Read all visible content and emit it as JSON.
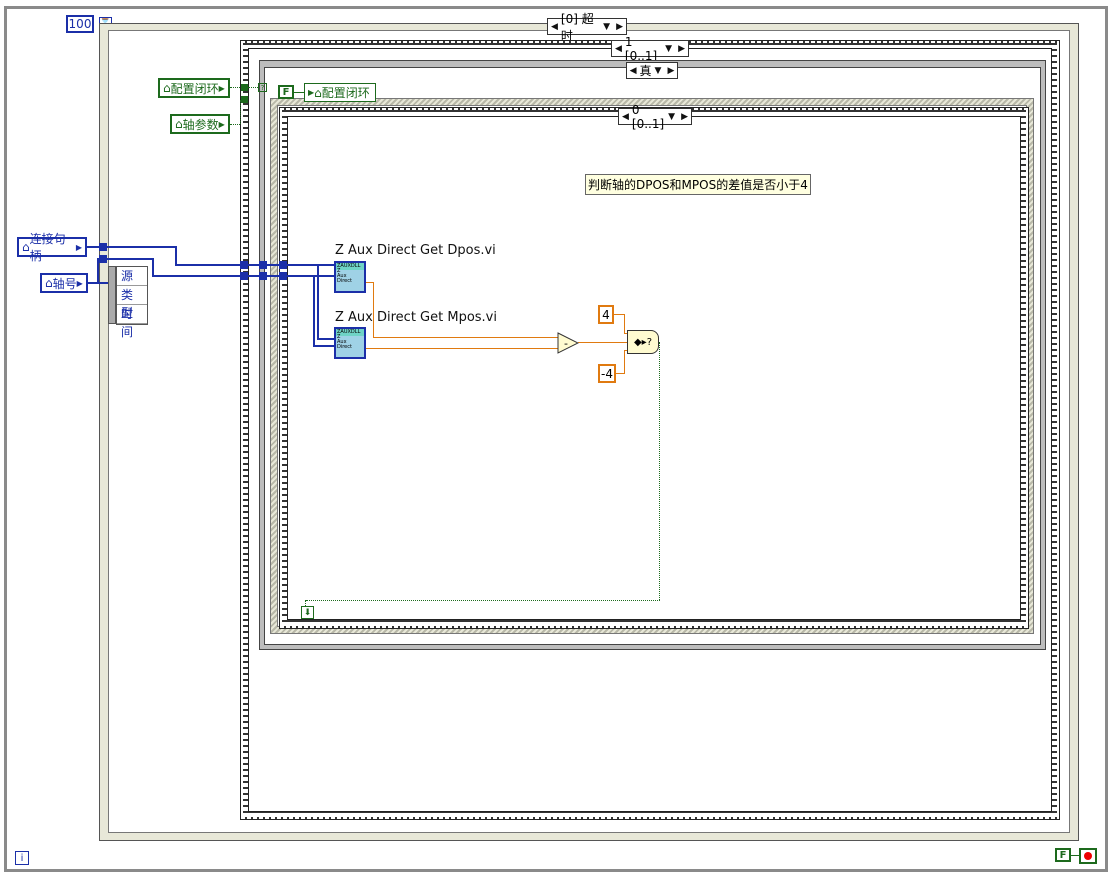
{
  "timeout_const": "100",
  "event_case_selector": "[0] 超时",
  "outer_sequence_selector": "1 [0..1]",
  "case_selector": "真",
  "inner_sequence_selector": "0 [0..1]",
  "controls": {
    "config_closed_loop": "配置闭环",
    "axis_params": "轴参数",
    "connection_handle": "连接句柄",
    "axis_number": "轴号",
    "config_closed_loop_local": "配置闭环"
  },
  "event_data_node": [
    "源",
    "类型",
    "时间"
  ],
  "vis": {
    "get_dpos": "Z Aux Direct Get Dpos.vi",
    "get_mpos": "Z Aux Direct Get Mpos.vi",
    "icon_text": [
      "ZAUXDLL",
      "Z",
      "Aux",
      "Direct"
    ]
  },
  "comment": "判断轴的DPOS和MPOS的差值是否小于4",
  "constants": {
    "upper": "4",
    "lower": "-4"
  },
  "subtract_symbol": "-",
  "bool_const": "F",
  "stop_bool": "F",
  "info_icon": "i",
  "shift_reg_symbol": "?",
  "colors": {
    "blue_wire": "#1b2fa8",
    "orange_wire": "#e07a10",
    "green_bool": "#1d6a1d"
  }
}
